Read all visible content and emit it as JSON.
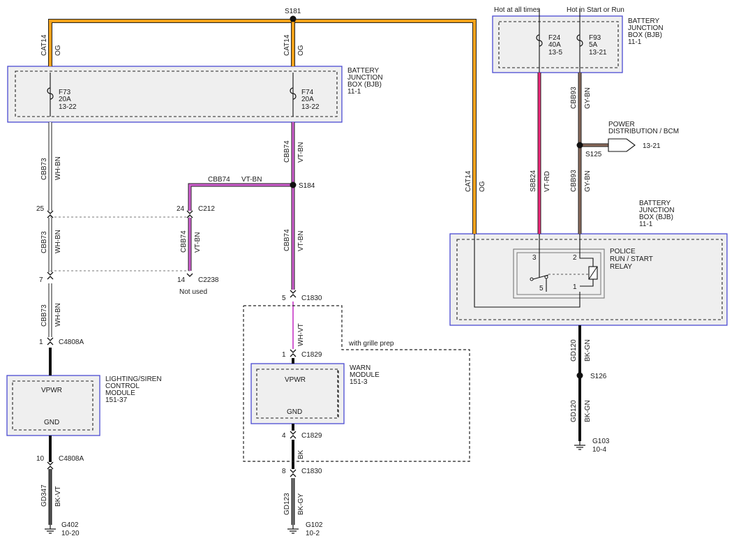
{
  "splices": {
    "s181": "S181",
    "s184": "S184",
    "s125": "S125",
    "s126": "S126"
  },
  "bjb_top": {
    "name_l1": "BATTERY",
    "name_l2": "JUNCTION",
    "name_l3": "BOX (BJB)",
    "page": "11-1",
    "f73": {
      "name": "F73",
      "amps": "20A",
      "ref": "13-22"
    },
    "f74": {
      "name": "F74",
      "amps": "20A",
      "ref": "13-22"
    }
  },
  "bjb_fuses": {
    "hot_all_times": "Hot at all times",
    "hot_in_start_run": "Hot in Start or Run",
    "name_l1": "BATTERY",
    "name_l2": "JUNCTION",
    "name_l3": "BOX (BJB)",
    "page": "11-1",
    "f24": {
      "name": "F24",
      "amps": "40A",
      "ref": "13-5"
    },
    "f93": {
      "name": "F93",
      "amps": "5A",
      "ref": "13-21"
    }
  },
  "bjb_relay": {
    "name_l1": "BATTERY",
    "name_l2": "JUNCTION",
    "name_l3": "BOX (BJB)",
    "page": "11-1",
    "relay_l1": "POLICE",
    "relay_l2": "RUN / START",
    "relay_l3": "RELAY",
    "pin3": "3",
    "pin2": "2",
    "pin5": "5",
    "pin1": "1"
  },
  "power_dist": {
    "l1": "POWER",
    "l2": "DISTRIBUTION / BCM",
    "ref": "13-21"
  },
  "circuits": {
    "cat14": "CAT14",
    "og": "OG",
    "cbb73": "CBB73",
    "wh_bn": "WH-BN",
    "cbb74": "CBB74",
    "vt_bn": "VT-BN",
    "wh_vt": "WH-VT",
    "bk": "BK",
    "gd123": "GD123",
    "bk_gy": "BK-GY",
    "gd347": "GD347",
    "bk_vt": "BK-VT",
    "sbb24": "SBB24",
    "vt_rd": "VT-RD",
    "cbb93": "CBB93",
    "gy_bn": "GY-BN",
    "gd120": "GD120",
    "bk_gn": "BK-GN"
  },
  "connectors": {
    "c212": "C212",
    "c2238": "C2238",
    "not_used": "Not used",
    "c4808a": "C4808A",
    "c1830": "C1830",
    "c1829": "C1829",
    "pin25": "25",
    "pin24": "24",
    "pin7": "7",
    "pin14": "14",
    "pin1": "1",
    "pin10": "10",
    "pin5": "5",
    "pin4": "4",
    "pin8": "8"
  },
  "modules": {
    "lsc_l1": "LIGHTING/SIREN",
    "lsc_l2": "CONTROL",
    "lsc_l3": "MODULE",
    "lsc_page": "151-37",
    "warn_l1": "WARN",
    "warn_l2": "MODULE",
    "warn_page": "151-3",
    "vpwr": "VPWR",
    "gnd": "GND",
    "grille_prep": "with grille prep"
  },
  "grounds": {
    "g402": "G402",
    "g402_ref": "10-20",
    "g102": "G102",
    "g102_ref": "10-2",
    "g103": "G103",
    "g103_ref": "10-4"
  },
  "colors": {
    "orange": "#f5a21b",
    "violet": "#d25fd2",
    "pink": "#f0287a",
    "gray_brown": "#8a6a5a",
    "black": "#111111",
    "box_border": "#4a4ad2",
    "box_fill": "#efefef"
  }
}
